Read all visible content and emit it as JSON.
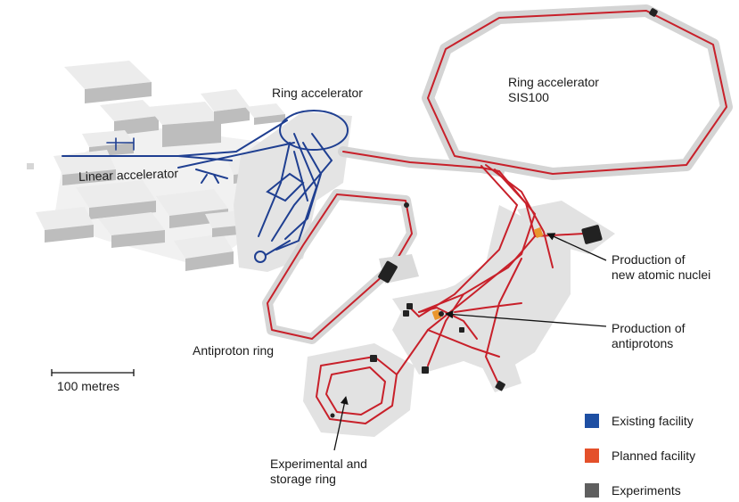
{
  "labels": {
    "ring_accelerator": "Ring accelerator",
    "linear_accelerator": "Linear accelerator",
    "sis100_line1": "Ring accelerator",
    "sis100_line2": "SIS100",
    "antiproton_ring": "Antiproton ring",
    "production_nuclei_line1": "Production of",
    "production_nuclei_line2": "new atomic nuclei",
    "production_antiprotons_line1": "Production of",
    "production_antiprotons_line2": "antiprotons",
    "experimental_ring_line1": "Experimental and",
    "experimental_ring_line2": "storage ring"
  },
  "scale_bar": {
    "label": "100 metres"
  },
  "legend": [
    {
      "label": "Existing facility",
      "color": "#1e4fa3"
    },
    {
      "label": "Planned facility",
      "color": "#e4502a"
    },
    {
      "label": "Experiments",
      "color": "#5f5f5f"
    }
  ],
  "colors": {
    "existing": "#1f3f91",
    "planned": "#c8202a",
    "platform": "#e3e3e3",
    "building_top": "#ececec",
    "building_side": "#b9b9b9",
    "experiment": "#222222",
    "target": "#e9962d"
  }
}
